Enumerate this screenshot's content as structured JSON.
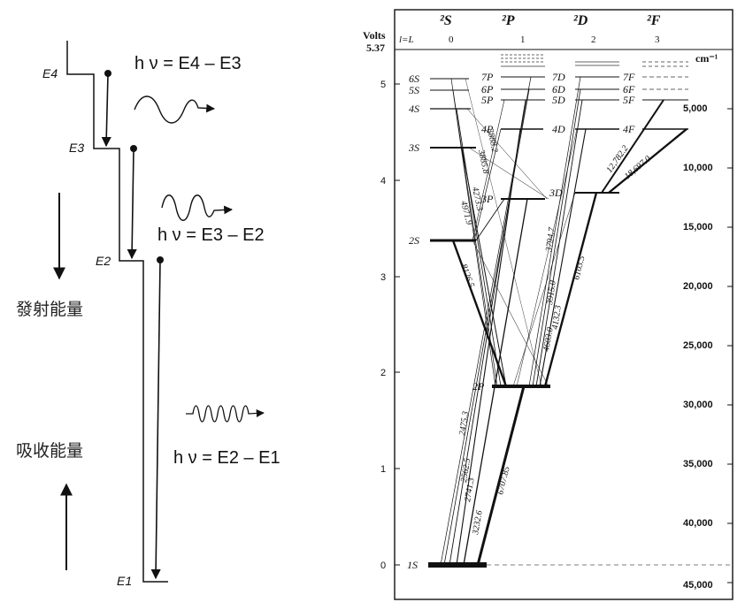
{
  "left": {
    "levels": {
      "e4": "E4",
      "e3": "E3",
      "e2": "E2",
      "e1": "E1"
    },
    "equations": {
      "eq43": "h ν = E4 – E3",
      "eq32": "h ν = E3 – E2",
      "eq21": "h ν = E2 – E1"
    },
    "labels": {
      "emit": "發射能量",
      "absorb": "吸收能量"
    }
  },
  "right": {
    "header": {
      "volts": "Volts",
      "volts_value": "5.37",
      "l_label": "l=L",
      "terms": [
        {
          "symbol": "²S",
          "l": "0"
        },
        {
          "symbol": "²P",
          "l": "1"
        },
        {
          "symbol": "²D",
          "l": "2"
        },
        {
          "symbol": "²F",
          "l": "3"
        }
      ],
      "cm_unit": "cm⁻¹"
    },
    "volt_ticks": [
      "5",
      "4",
      "3",
      "2",
      "1",
      "0"
    ],
    "cm_ticks": [
      "5,000",
      "10,000",
      "15,000",
      "20,000",
      "25,000",
      "30,000",
      "35,000",
      "40,000",
      "45,000"
    ],
    "levels": {
      "s": [
        "6S",
        "5S",
        "4S",
        "3S",
        "2S",
        "1S"
      ],
      "p": [
        "7P",
        "6P",
        "5P",
        "4P",
        "3P",
        "2P"
      ],
      "d": [
        "7D",
        "6D",
        "5D",
        "4D",
        "3D"
      ],
      "f": [
        "7F",
        "6F",
        "5F",
        "4F"
      ]
    },
    "wavelengths": [
      "3888.2",
      "3885.8",
      "4273.3",
      "4971.9",
      "8126.5",
      "3794.7",
      "3915.0",
      "4132.3",
      "4603.0",
      "6103.5",
      "12,782.2",
      "18,697.0",
      "2475.3",
      "2562.5",
      "2741.3",
      "3232.6",
      "6707.85"
    ]
  }
}
